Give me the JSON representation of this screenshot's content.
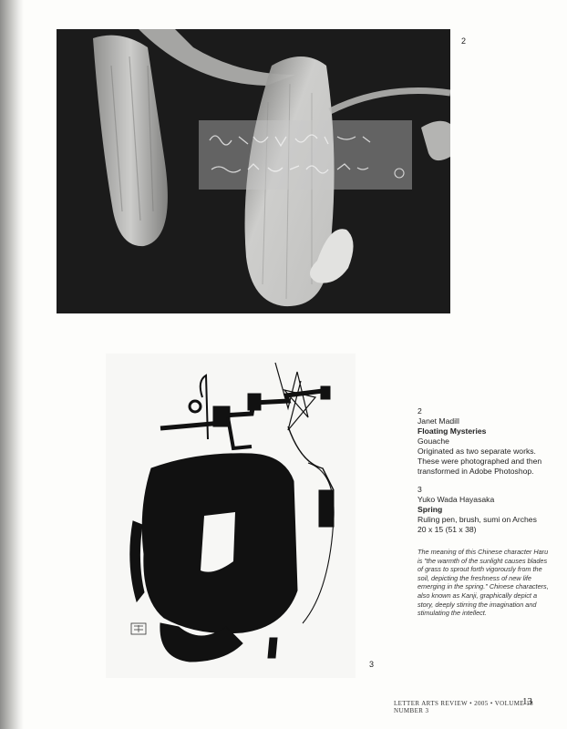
{
  "figure2": {
    "number": "2"
  },
  "figure3": {
    "number": "3"
  },
  "caption": {
    "item2": {
      "number": "2",
      "artist": "Janet Madill",
      "title": "Floating Mysteries",
      "medium": "Gouache",
      "notes": "Originated as two separate works. These were photographed and then transformed in Adobe Photoshop."
    },
    "item3": {
      "number": "3",
      "artist": "Yuko Wada Hayasaka",
      "title": "Spring",
      "medium": "Ruling pen, brush, sumi on Arches",
      "dimensions": "20 x 15 (51 x 38)",
      "description": "The meaning of this Chinese character Haru is \"the warmth of the sunlight causes blades of grass to sprout forth vigorously from the soil, depicting the freshness of new life emerging in the spring.\" Chinese characters, also known as Kanji, graphically depict a story, deeply stirring the imagination and stimulating the intellect."
    }
  },
  "footer": {
    "running_head": "LETTER ARTS REVIEW • 2005 • VOLUME 18 NUMBER 3",
    "page_number": "13"
  },
  "colors": {
    "paper": "#fdfdfb",
    "ink": "#111111",
    "photo_background": "#1b1b1b"
  }
}
